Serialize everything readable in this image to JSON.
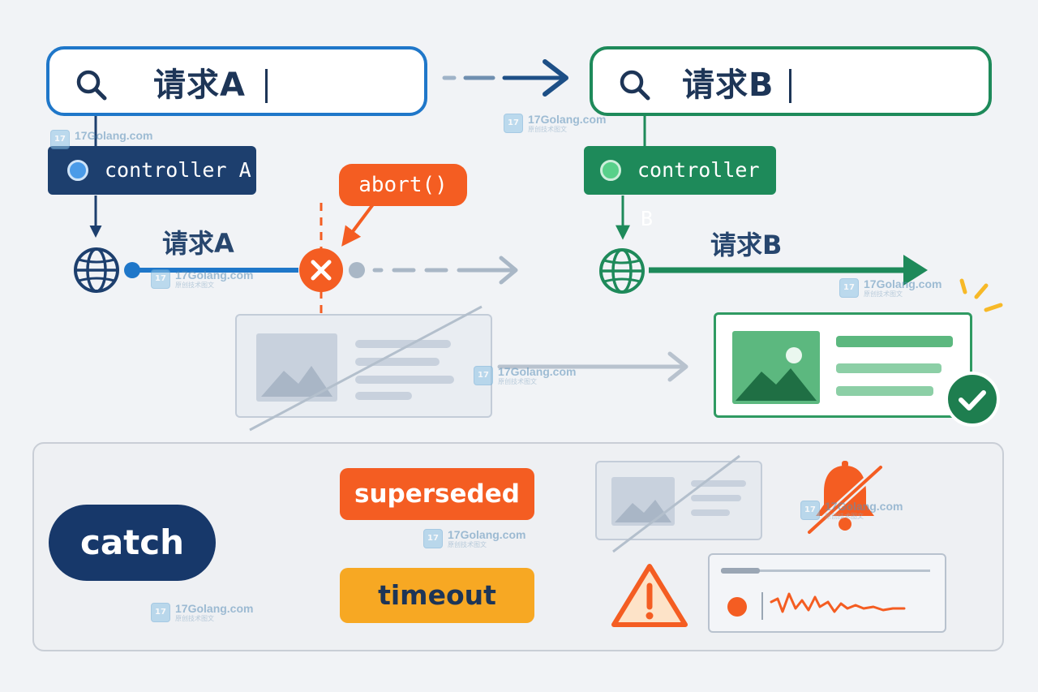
{
  "search_a": {
    "text": "请求A"
  },
  "search_b": {
    "text": "请求B"
  },
  "controller_a": {
    "label": "controller A"
  },
  "controller_b": {
    "label": "controller B"
  },
  "abort": {
    "label": "abort()"
  },
  "request_a": {
    "label": "请求A"
  },
  "request_b": {
    "label": "请求B"
  },
  "catch": {
    "label": "catch"
  },
  "superseded": {
    "label": "superseded"
  },
  "timeout": {
    "label": "timeout"
  },
  "watermark": {
    "site": "17Golang.com",
    "sub": "原创技术图文"
  },
  "colors": {
    "blue": "#1f77c9",
    "navy": "#1d3f6e",
    "green": "#1e8a5a",
    "orange": "#f45d22",
    "amber": "#f7a823",
    "gray": "#b8c2ce"
  }
}
